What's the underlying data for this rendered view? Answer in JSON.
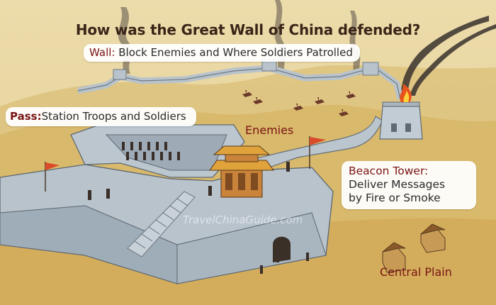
{
  "title": "How was the Great Wall of China defended?",
  "callouts": {
    "wall": {
      "label": "Wall:",
      "text": "Block Enemies and Where Soldiers Patrolled"
    },
    "pass": {
      "label": "Pass:",
      "text": "Station Troops and Soldiers"
    },
    "beacon": {
      "label": "Beacon Tower:",
      "text": "Deliver Messages\nby Fire or Smoke"
    }
  },
  "labels": {
    "enemies": "Enemies",
    "central_plain": "Central Plain"
  },
  "watermark": "TravelChinaGuide.com",
  "colors": {
    "parchment": "#e9d9a6",
    "wall_stone": "#b7c2cc",
    "label_red": "#7a1414",
    "title_brown": "#3b2418",
    "fire": "#e8531c"
  },
  "icons": [
    "smoke-plume-icon",
    "fire-icon",
    "flag-icon",
    "horse-rider-icon",
    "soldier-icon",
    "house-icon",
    "pagoda-gate-icon"
  ]
}
